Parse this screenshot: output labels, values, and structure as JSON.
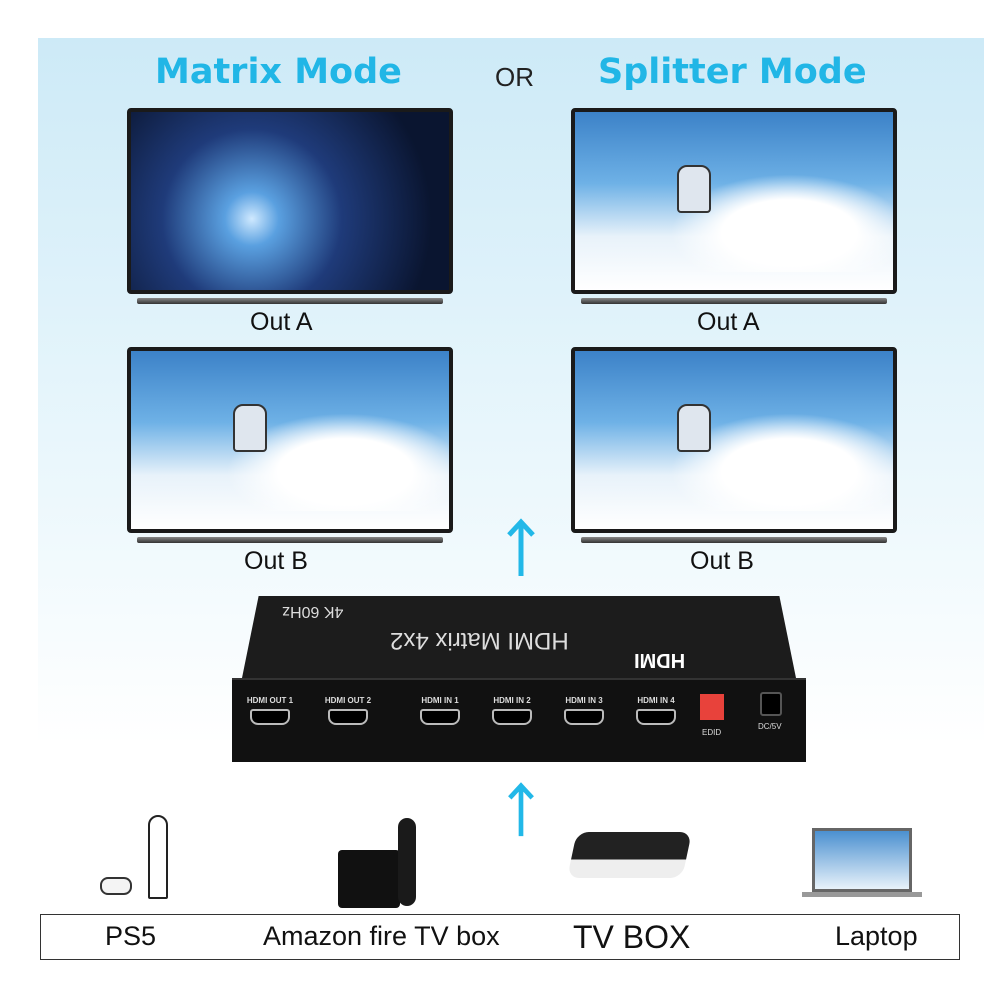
{
  "titles": {
    "matrix": "Matrix Mode",
    "or": "OR",
    "splitter": "Splitter Mode"
  },
  "outputs": {
    "out_a": "Out A",
    "out_b": "Out B"
  },
  "device": {
    "name": "HDMI Matrix 4x2",
    "spec": "4K 60Hz",
    "logo": "HDMI",
    "ports": [
      "HDMI OUT 1",
      "HDMI OUT 2",
      "HDMI IN 1",
      "HDMI IN 2",
      "HDMI IN 3",
      "HDMI IN 4"
    ],
    "edid": "EDID",
    "power": "DC/5V"
  },
  "sources": [
    "PS5",
    "Amazon fire TV box",
    "TV BOX",
    "Laptop"
  ],
  "colors": {
    "accent": "#21b6e6",
    "arrow": "#22b8e8"
  }
}
